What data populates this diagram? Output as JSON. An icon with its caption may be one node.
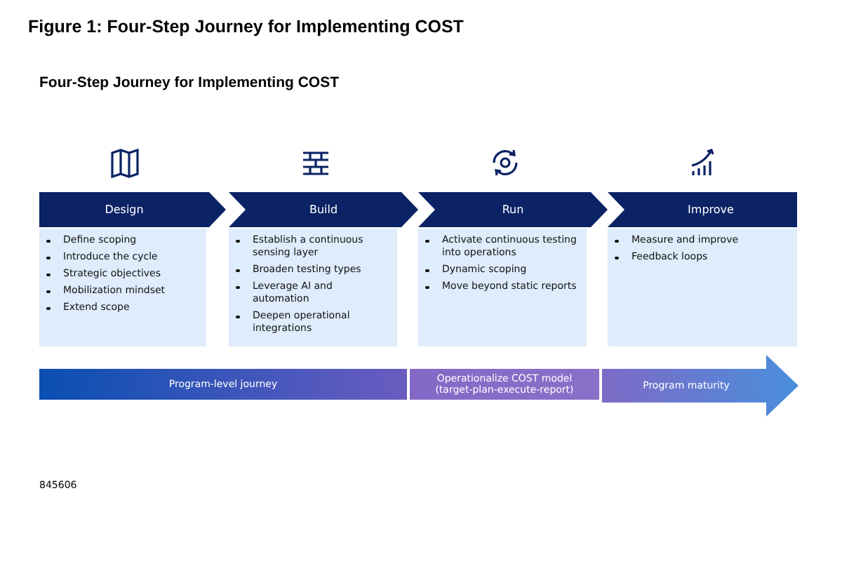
{
  "diagram": {
    "title": "Figure 1: Four-Step Journey for Implementing COST",
    "nodes": [
      {
        "text": [
          "Design",
          "Define scoping",
          "Introduce the cycle",
          "Strategic objectives",
          "Mobilization mindset",
          "Extend scope"
        ]
      },
      {
        "text": [
          "Build",
          "Establish a continuous sensing layer",
          "Broaden testing types",
          "Leverage AI and automation",
          "Deepen operational integrations"
        ]
      },
      {
        "text": [
          "Run",
          "Activate continuous testing into operations",
          "Dynamic scoping",
          "Move beyond static reports"
        ]
      },
      {
        "text": [
          "Improve",
          "Measure and improve",
          "Feedback loops"
        ]
      },
      {
        "text": [
          "Program-level journey"
        ]
      },
      {
        "text": [
          "Operationalize COST model (target-plan-execute-report)"
        ]
      },
      {
        "text": [
          "Program maturity"
        ]
      }
    ],
    "edges": [],
    "labels": [
      "Four-Step Journey for Implementing COST",
      "845606"
    ]
  }
}
